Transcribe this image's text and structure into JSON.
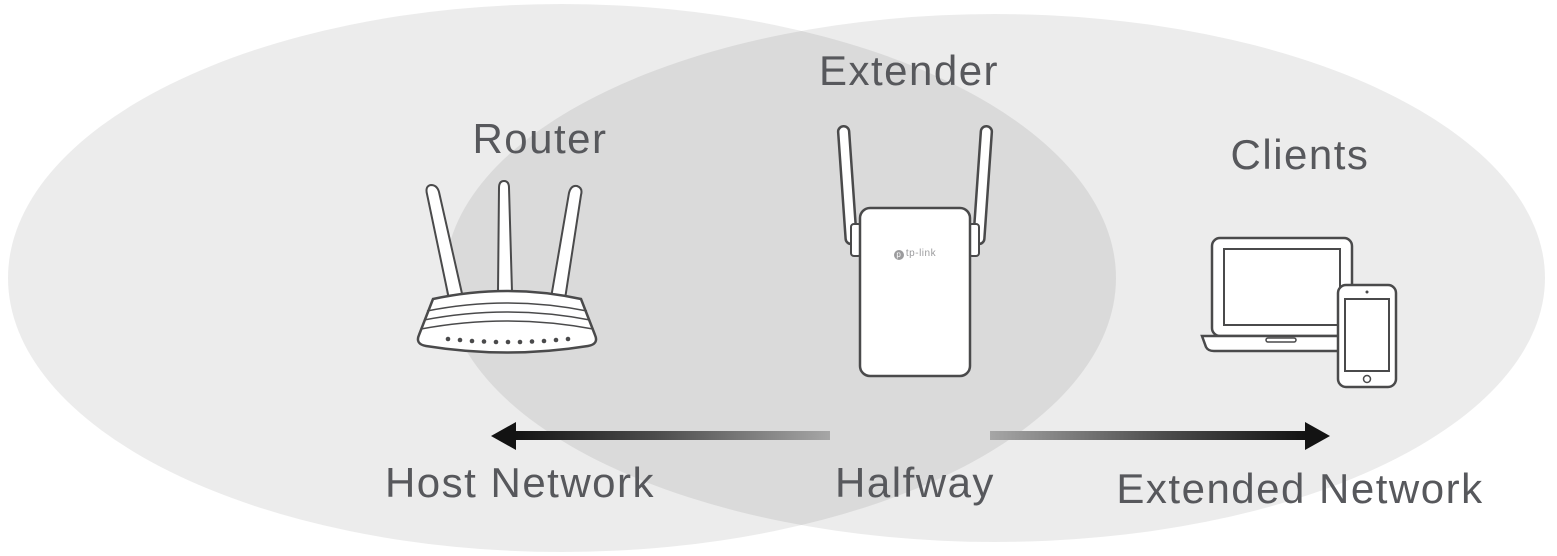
{
  "diagram": {
    "type": "network-topology",
    "labels": {
      "router": "Router",
      "extender": "Extender",
      "clients": "Clients",
      "host_network": "Host Network",
      "halfway": "Halfway",
      "extended_network": "Extended Network"
    },
    "brand_logo": "tp-link",
    "colors": {
      "zone_fill": "#ececec",
      "zone_overlap": "#dadada",
      "label_text": "#57585c",
      "arrow_dark": "#131313",
      "arrow_light": "#a6a6a6",
      "device_outline": "#4a4a4b"
    }
  }
}
